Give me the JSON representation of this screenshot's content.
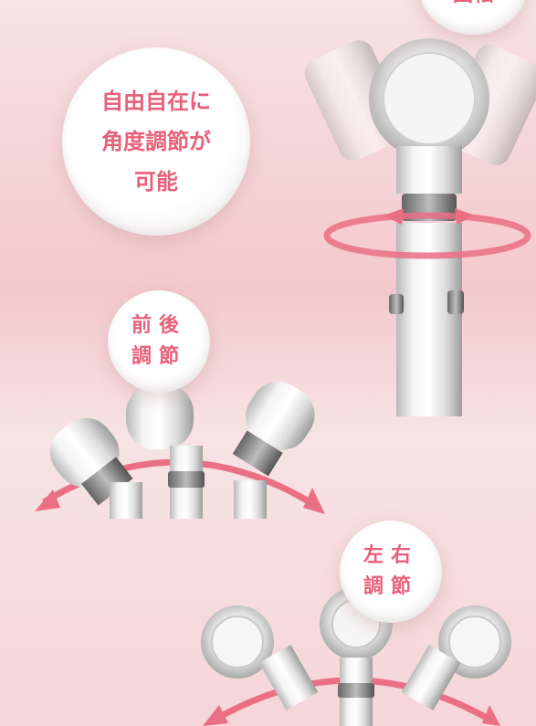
{
  "bubbles": {
    "top_partial": "回転",
    "main": [
      "自由自在に",
      "角度調節が",
      "可能"
    ],
    "front_back": [
      "前後",
      "調節"
    ],
    "left_right": [
      "左右",
      "調節"
    ]
  },
  "colors": {
    "accent": "#e8607a",
    "background": "#f3c9cc"
  }
}
